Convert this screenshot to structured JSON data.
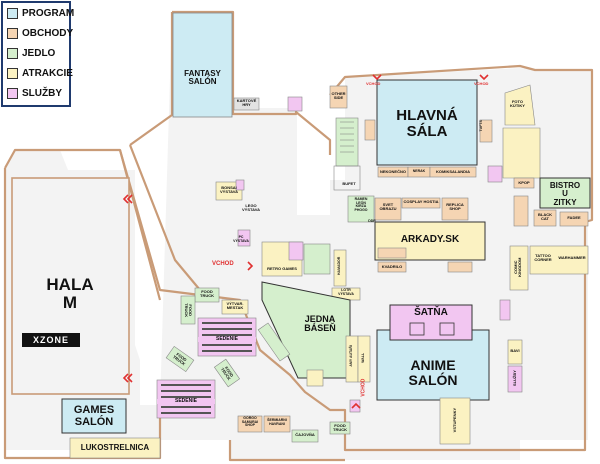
{
  "colors": {
    "program": "#cdebf3",
    "obchody": "#f5d5b3",
    "jedlo": "#d5efcd",
    "atrakcie": "#fbf2c2",
    "sluzby": "#f2c6f1",
    "wall": "#c99b77",
    "corridor": "#f3f3f3"
  },
  "legend": {
    "items": [
      {
        "label": "PROGRAM",
        "color": "#cdebf3"
      },
      {
        "label": "OBCHODY",
        "color": "#f5d5b3"
      },
      {
        "label": "JEDLO",
        "color": "#d5efcd"
      },
      {
        "label": "ATRAKCIE",
        "color": "#fbf2c2"
      },
      {
        "label": "SLUŽBY",
        "color": "#f2c6f1"
      }
    ]
  },
  "rooms": {
    "hala_m": "HALA\nM",
    "xzone": "XZONE",
    "fantasy_salon": "FANTASY\nSALÓN",
    "hlavna_sala": "HLAVNÁ\nSÁLA",
    "bistro": "BISTRO\nU\nZITKY",
    "arkady": "ARKADY.SK",
    "jedna_basen": "JEDNA\nBÁSEŇ",
    "satna": "ŠATŇA",
    "anime_salon": "ANIME\nSALÓN",
    "games_salon": "GAMES\nSALÓN",
    "lukostrelnica": "LUKOSTRELNICA"
  },
  "small_labels": {
    "vchod_left": "VCHOD",
    "vchod_top": "VCHOD",
    "vchod_right": "VCHOD",
    "vchod_bottom": "VCHOD",
    "bufet": "BUFET",
    "sedenie_1": "SEDENIE",
    "sedenie_2": "SEDENIE",
    "food_truck_1": "FOOD\nTRUCK",
    "food_truck_2": "FOOD\nTRUCK",
    "food_truck_3": "FOOD\nTRUCK",
    "food_truck_4": "FOOD\nTRUCK",
    "food_truck_5": "FOOD\nTRUCK",
    "cajovna": "ČAJOVŇA",
    "vstupenky": "VSTUPENKY",
    "kpop": "KPOP",
    "fadee": "FADEE",
    "black_cat": "BLACK\nCAT",
    "warhammer": "WARHAMMER",
    "tattoo_corner": "TATTOO\nCORNER",
    "comic_kingdom": "COMIC\nKINGDOM",
    "retro_games": "RETRO GAMES",
    "nekonecno": "NEKONEČNO",
    "komiksalandia": "KOMIKSALANDIA",
    "cosplay_hostia": "COSPLAY HOSTIA",
    "svet_obrazu": "SVET\nOBRAZU",
    "replica_shop": "REPLICA\nSHOP",
    "kvadrilo": "KVADRILO",
    "vytvarny_mestak": "VÝTVAR.\nMESTAK",
    "lego_vystava": "LEGO\nVÝSTAVA",
    "kartove_hry": "KARTOVÉ\nHRY",
    "bonsai_vystava": "BONSAI\nVÝSTAVA",
    "other_side": "OTHER\nSIDE",
    "foto_kutiky": "FOTO\nKÚTIKY",
    "gorgo_samurai": "GORGO\nSAMURAI\nSHOP",
    "sermiarni": "ŠERMIARNI\nHAVRANI",
    "ramen_leon": "RAMEN\nLEÓN\nKIRZA\nPHOGO",
    "tufts": "TUFTS",
    "ddr": "DDR",
    "bavi": "BAVI",
    "sluzby_1": "SLUŽBY",
    "amy_autari": "AMY AUTAŘI",
    "wall_label": "WALL",
    "nerak": "NERAK",
    "pc_vystava": "PC\nVÝSTAVA",
    "hamador": "HAMADOR",
    "lotr": "LOTR\nVÝSTAVA"
  }
}
